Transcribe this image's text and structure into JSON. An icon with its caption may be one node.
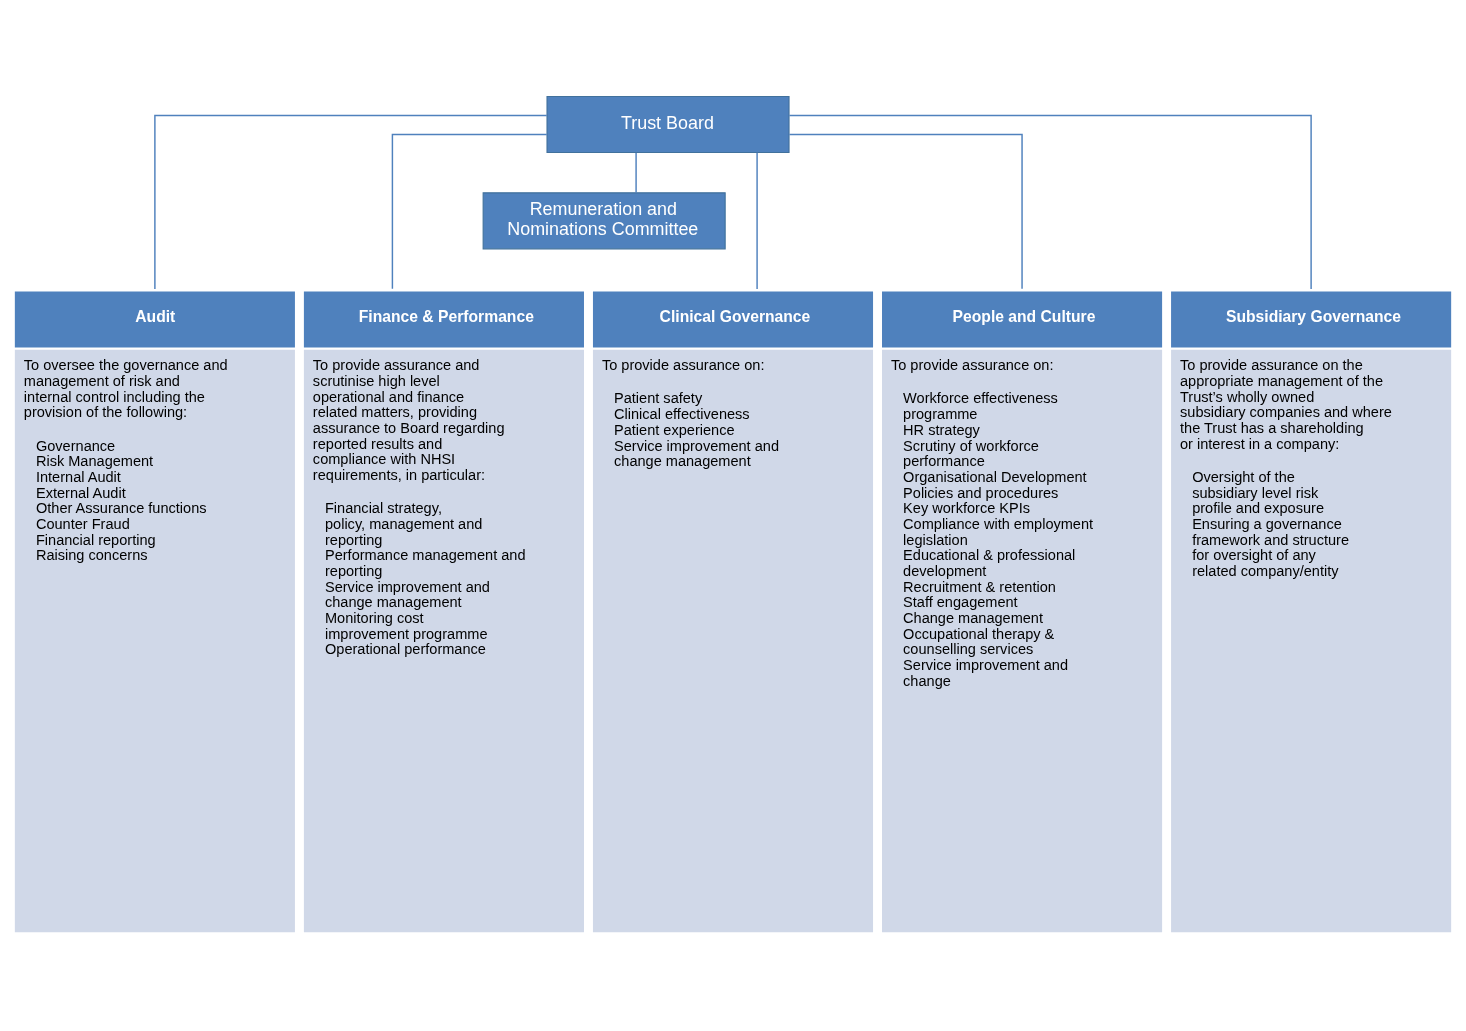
{
  "diagram": {
    "nodes": [
      {
        "text": [
          "Trust Board"
        ]
      },
      {
        "text": [
          "Remuneration and Nominations Committee"
        ]
      },
      {
        "text": [
          "Audit",
          "To oversee the governance and management of risk and internal control including the provision of the following:",
          "Governance",
          "Risk Management",
          "Internal Audit",
          "External Audit",
          "Other Assurance functions",
          "Counter Fraud",
          "Financial reporting",
          "Raising concerns"
        ]
      },
      {
        "text": [
          "Finance & Performance",
          "To provide assurance and scrutinise high level operational and finance related matters, providing assurance to Board regarding reported results and compliance with NHSI requirements, in particular:",
          "Financial strategy, policy, management and reporting",
          "Performance management and reporting",
          "Service improvement and change management",
          "Monitoring cost improvement programme",
          "Operational performance"
        ]
      },
      {
        "text": [
          "Clinical Governance",
          "To provide assurance on:",
          "Patient safety",
          "Clinical effectiveness",
          "Patient experience",
          "Service improvement and change management"
        ]
      },
      {
        "text": [
          "People and Culture",
          "To provide assurance on:",
          "Workforce effectiveness programme",
          "HR strategy",
          "Scrutiny of workforce performance",
          "Organisational Development",
          "Policies and procedures",
          "Key workforce KPIs",
          "Compliance with employment legislation",
          "Educational & professional development",
          "Recruitment & retention",
          "Staff engagement",
          "Change management",
          "Occupational therapy & counselling services",
          "Service improvement and change"
        ]
      },
      {
        "text": [
          "Subsidiary Governance",
          "To provide assurance on the appropriate management of the Trust’s wholly owned subsidiary companies and where the Trust has a shareholding or interest in a company:",
          "Oversight of the subsidiary level risk profile and exposure",
          "Ensuring a governance framework and structure for oversight of any related company/entity"
        ]
      }
    ],
    "edges": [
      {
        "from": 0,
        "to": 1,
        "arrow": "none"
      },
      {
        "from": 0,
        "to": 2,
        "arrow": "none"
      },
      {
        "from": 0,
        "to": 3,
        "arrow": "none"
      },
      {
        "from": 0,
        "to": 4,
        "arrow": "none"
      },
      {
        "from": 0,
        "to": 5,
        "arrow": "none"
      },
      {
        "from": 0,
        "to": 6,
        "arrow": "none"
      }
    ]
  }
}
